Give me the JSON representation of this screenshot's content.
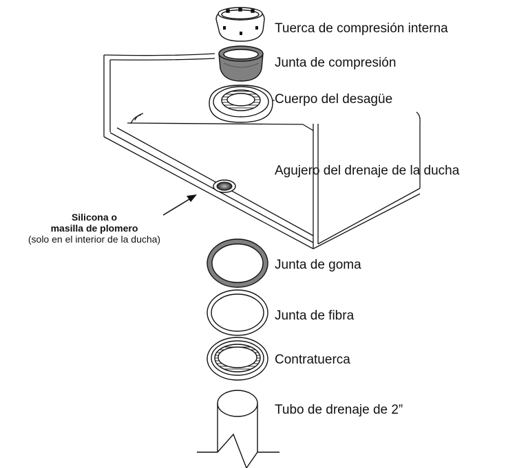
{
  "labels": {
    "internal_compression_nut": "Tuerca de compresión interna",
    "compression_gasket": "Junta de compresión",
    "drain_body": "Cuerpo del desagüe",
    "shower_drain_hole": "Agujero del drenaje de la ducha",
    "rubber_gasket": "Junta de goma",
    "fiber_gasket": "Junta de fibra",
    "locknut": "Contratuerca",
    "drain_pipe": "Tubo de drenaje de 2”"
  },
  "sealant_note": {
    "line1": "Silicona o",
    "line2": "masilla de plomero",
    "line3": "(solo en el interior de la ducha)"
  },
  "colors": {
    "line": "#111111",
    "gasket_gray": "#808080",
    "background": "#ffffff"
  }
}
